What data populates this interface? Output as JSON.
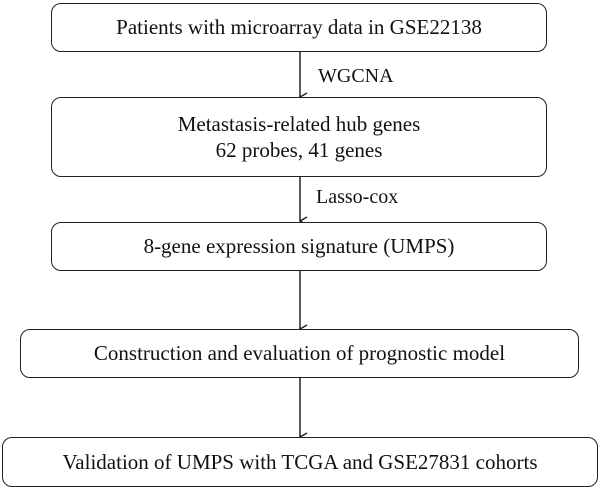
{
  "flow": {
    "steps": [
      {
        "lines": [
          "Patients with microarray data in GSE22138"
        ]
      },
      {
        "lines": [
          "Metastasis-related hub genes",
          "62 probes, 41 genes"
        ]
      },
      {
        "lines": [
          "8-gene expression signature (UMPS)"
        ]
      },
      {
        "lines": [
          "Construction and evaluation of prognostic model"
        ]
      },
      {
        "lines": [
          "Validation of UMPS with TCGA and GSE27831 cohorts"
        ]
      }
    ],
    "edge_labels": [
      "WGCNA",
      "Lasso-cox"
    ]
  }
}
